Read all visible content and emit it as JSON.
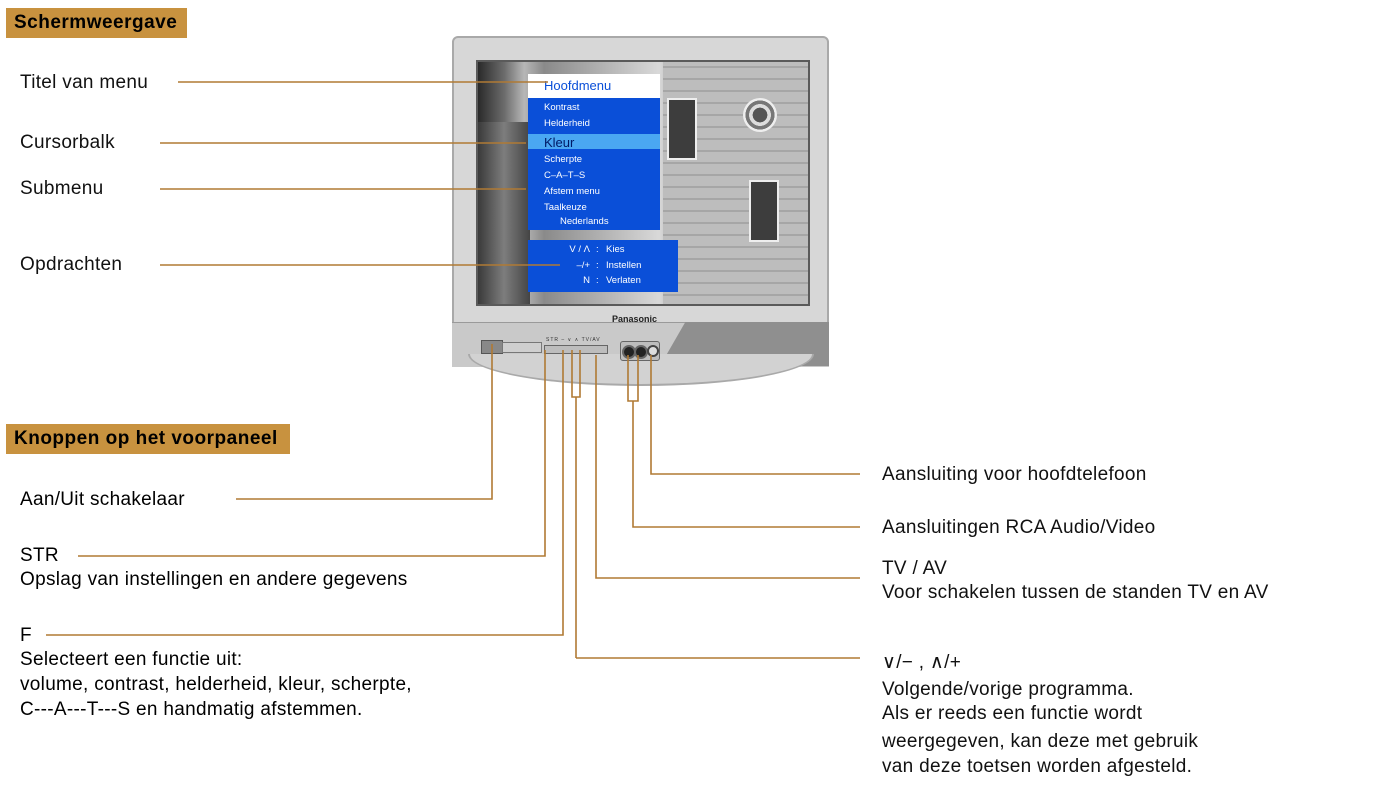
{
  "sections": {
    "screen_title": "Schermweergave",
    "panel_title": "Knoppen op het voorpaneel"
  },
  "screen_labels": {
    "menu_title": "Titel van menu",
    "cursor_bar": "Cursorbalk",
    "submenu": "Submenu",
    "commands": "Opdrachten"
  },
  "osd": {
    "title": "Hoofdmenu",
    "items": [
      "Kontrast",
      "Helderheid",
      "Kleur",
      "Scherpte",
      "C–A–T–S",
      "Afstem menu",
      "Taalkeuze",
      "Nederlands"
    ],
    "cursor_item": "Kleur",
    "commands": [
      {
        "key": "V / Λ",
        "sep": ":",
        "action": "Kies"
      },
      {
        "key": "–/+",
        "sep": ":",
        "action": "Instellen"
      },
      {
        "key": "N",
        "sep": ":",
        "action": "Verlaten"
      }
    ]
  },
  "tv": {
    "brand": "Panasonic",
    "button_labels": "STR –  ∨  ∧  TV/AV"
  },
  "panel_left": {
    "power": "Aan/Uit schakelaar",
    "str_title": "STR",
    "str_desc": "Opslag van instellingen en andere gegevens",
    "f_title": "F",
    "f_desc1": "Selecteert een functie uit:",
    "f_desc2": "volume, contrast, helderheid, kleur, scherpte,",
    "f_desc3": "C---A---T---S en handmatig afstemmen."
  },
  "panel_right": {
    "headphone": "Aansluiting voor hoofdtelefoon",
    "rca": "Aansluitingen RCA Audio/Video",
    "tvav_title": "TV / AV",
    "tvav_desc": "Voor schakelen tussen de standen TV en AV",
    "prog_title": "∨/− , ∧/+",
    "prog_desc1": "Volgende/vorige programma.",
    "prog_desc2": "Als er reeds een functie wordt",
    "prog_desc3": "weergegeven, kan deze met gebruik",
    "prog_desc4": "van deze toetsen worden afgesteld."
  },
  "colors": {
    "accent": "#c8923f",
    "osd_blue": "#0a4fd8",
    "osd_cursor": "#4aa7f2"
  }
}
